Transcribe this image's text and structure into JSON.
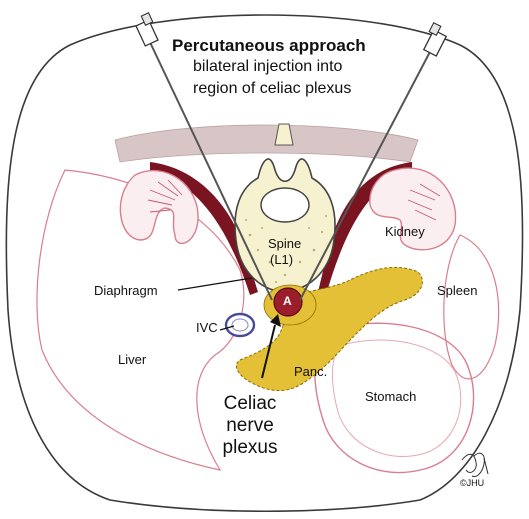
{
  "header": {
    "title": "Percutaneous approach",
    "subtitle_line1": "bilateral injection into",
    "subtitle_line2": "region of celiac plexus"
  },
  "labels": {
    "spine_line1": "Spine",
    "spine_line2": "(L1)",
    "kidney": "Kidney",
    "diaphragm": "Diaphragm",
    "spleen": "Spleen",
    "aorta": "A",
    "ivc": "IVC",
    "liver": "Liver",
    "pancreas": "Panc.",
    "stomach": "Stomach",
    "celiac_line1": "Celiac",
    "celiac_line2": "nerve",
    "celiac_line3": "plexus",
    "copyright": "©JHU"
  },
  "colors": {
    "outline": "#3a3a3a",
    "organ_outline": "#d97e8e",
    "kidney_fill": "#fbeef0",
    "muscle_fill": "#d8c5c5",
    "muscle_dark": "#7a1420",
    "spine_fill": "#f6f1cf",
    "pancreas_fill": "#e3c036",
    "aorta_fill": "#9b1e2a",
    "ivc_ring": "#4a4a9a",
    "needle": "#555555"
  }
}
